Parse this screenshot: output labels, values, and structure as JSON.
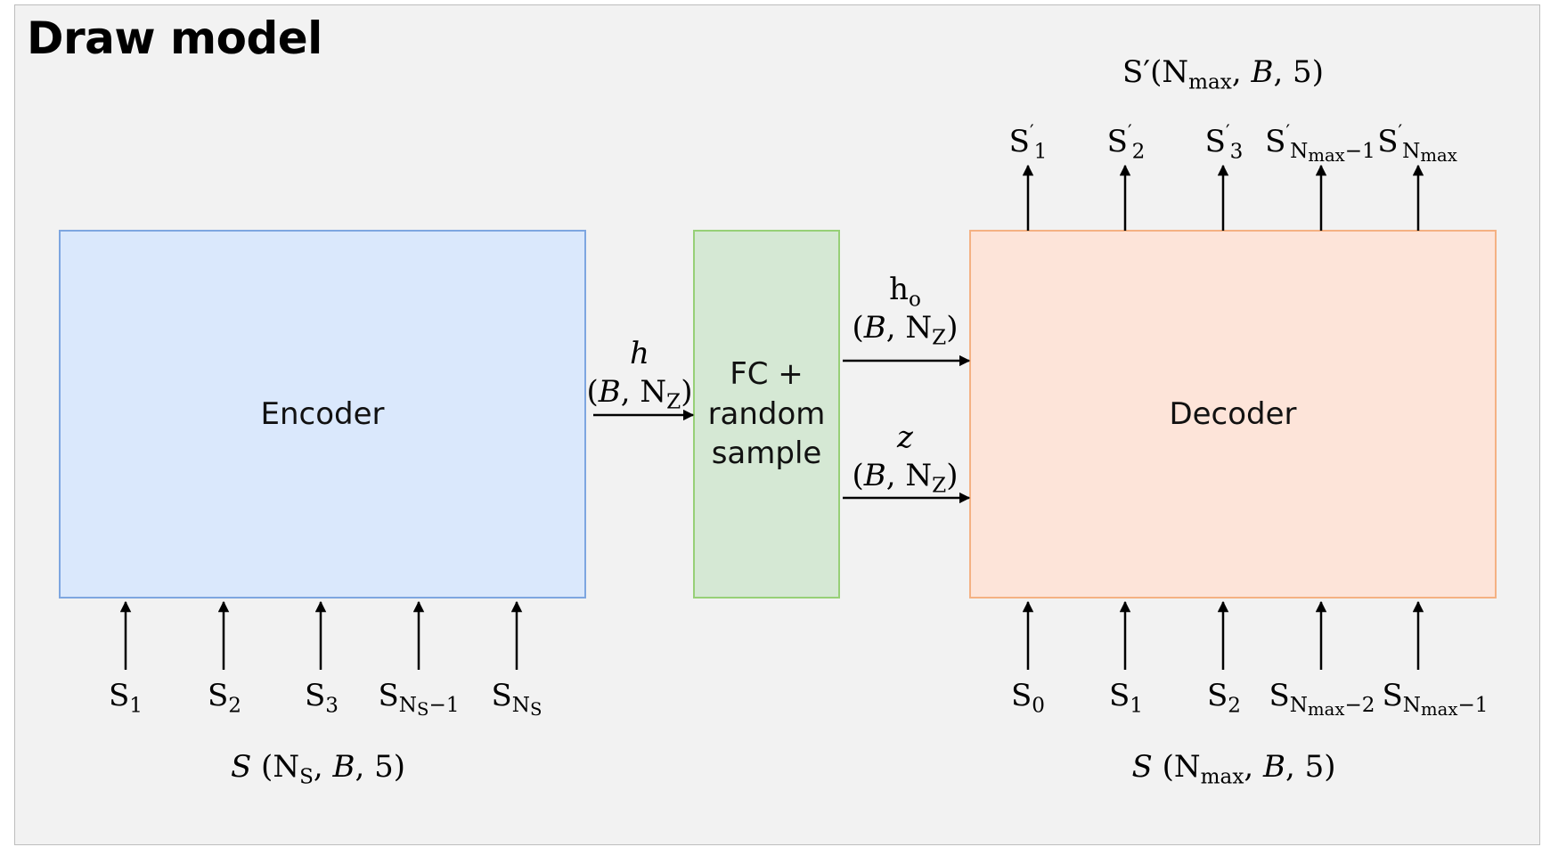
{
  "title": "Draw model",
  "boxes": {
    "encoder": "Encoder",
    "fc_line1": "FC +",
    "fc_line2": "random",
    "fc_line3": "sample",
    "decoder": "Decoder"
  },
  "encoder_inputs": {
    "s1": "1",
    "s2": "2",
    "s3": "3",
    "sn1": "S",
    "sn1_tail": "−1",
    "sn_sub": "S",
    "letter": "S",
    "n_letter": "N"
  },
  "encoder_input_caption": {
    "s": "S",
    "open": "(",
    "n": "N",
    "nsub": "S",
    "rest": ", ",
    "b": "B",
    "tail": ", 5)"
  },
  "hidden": {
    "h": "h",
    "shape_open": "(",
    "b": "B",
    "comma": ", ",
    "n": "N",
    "nsub": "Z",
    "close": ")"
  },
  "ho": {
    "h": "h",
    "hsub": "o",
    "shape_open": "(",
    "b": "B",
    "comma": ", ",
    "n": "N",
    "nsub": "Z",
    "close": ")"
  },
  "z": {
    "z": "z",
    "shape_open": "(",
    "b": "B",
    "comma": ", ",
    "n": "N",
    "nsub": "Z",
    "close": ")"
  },
  "decoder_outputs": {
    "letter": "S",
    "prime": "′",
    "o1": "1",
    "o2": "2",
    "o3": "3",
    "nmax": "N",
    "max": "max",
    "minus1": "−1"
  },
  "output_caption": {
    "s": "S",
    "prime": "′",
    "open": "(",
    "n": "N",
    "max": "max",
    "rest": ", ",
    "b": "B",
    "tail": ", 5)"
  },
  "decoder_inputs": {
    "letter": "S",
    "i0": "0",
    "i1": "1",
    "i2": "2",
    "n": "N",
    "max": "max",
    "minus2": "−2",
    "minus1": "−1"
  },
  "decoder_input_caption": {
    "s": "S",
    "open": "(",
    "n": "N",
    "max": "max",
    "rest": ", ",
    "b": "B",
    "tail": ", 5)"
  }
}
